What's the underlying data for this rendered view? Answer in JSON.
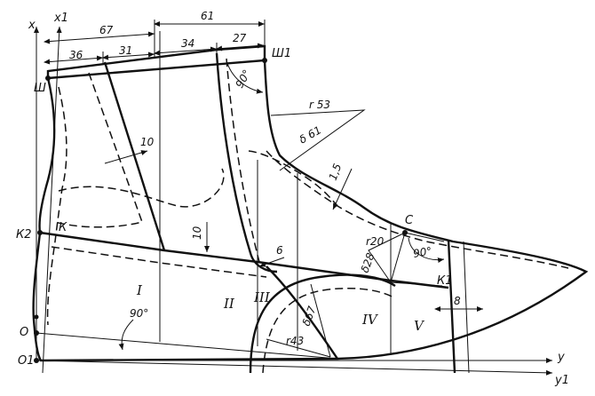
{
  "points": {
    "x": "x",
    "x1": "x1",
    "sh": "Ш",
    "sh1": "Ш1",
    "k2": "К2",
    "k": "К",
    "o": "О",
    "o1": "О1",
    "c": "С",
    "k1": "К1",
    "y": "у",
    "y1": "у1"
  },
  "dimensions": {
    "top_total": "61",
    "top_left_total": "67",
    "seg_36": "36",
    "seg_31": "31",
    "seg_34": "34",
    "seg_27": "27",
    "offset_10_a": "10",
    "offset_10_b": "10",
    "offset_6": "6",
    "offset_1_5": "1,5",
    "offset_8": "8"
  },
  "angles": {
    "angle_top": "90°",
    "angle_front": "90°",
    "angle_bottom": "90°"
  },
  "radii": {
    "r53": "r 53",
    "d61": "δ 61",
    "r20": "r20",
    "d28": "δ28",
    "r43": "r43",
    "d67": "δ67"
  },
  "sections": [
    "I",
    "II",
    "III",
    "IV",
    "V"
  ]
}
